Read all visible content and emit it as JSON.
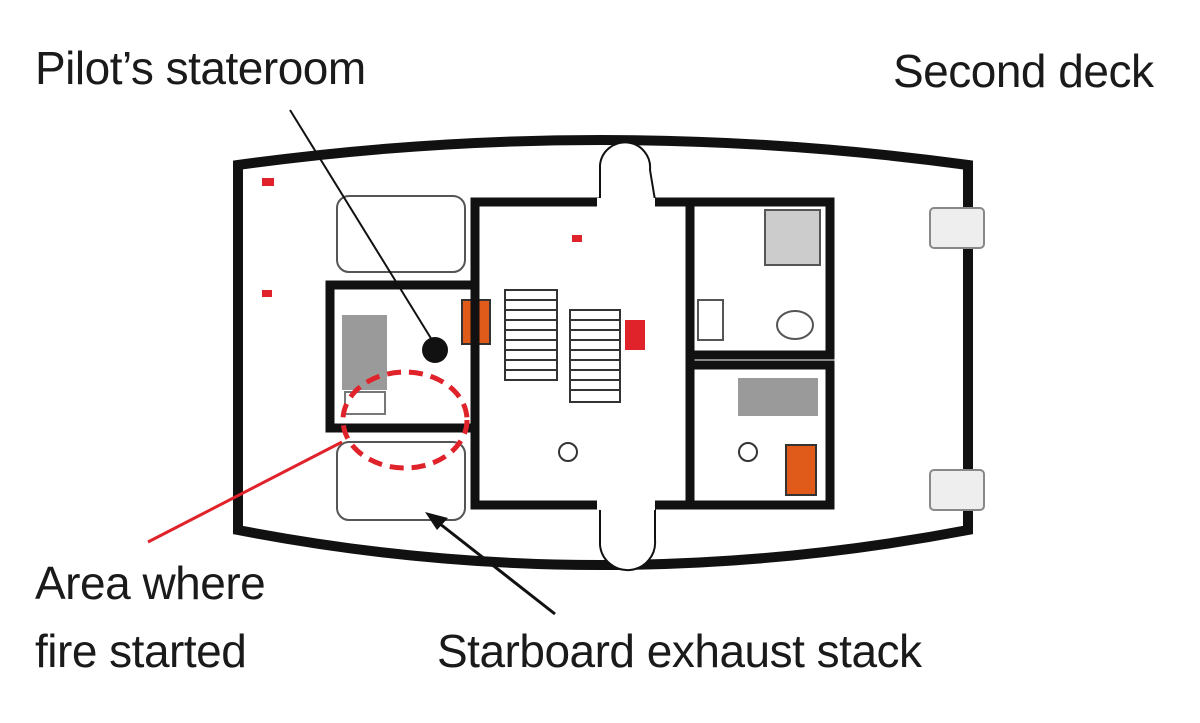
{
  "labels": {
    "pilot_stateroom": "Pilot’s stateroom",
    "deck": "Second deck",
    "fire_area_line1": "Area where",
    "fire_area_line2": "fire started",
    "exhaust_stack": "Starboard exhaust stack"
  },
  "colors": {
    "wall": "#111111",
    "fire_marker": "#e0232a",
    "fixture_gray": "#9a9a9a",
    "equipment_orange": "#e05a1a"
  }
}
